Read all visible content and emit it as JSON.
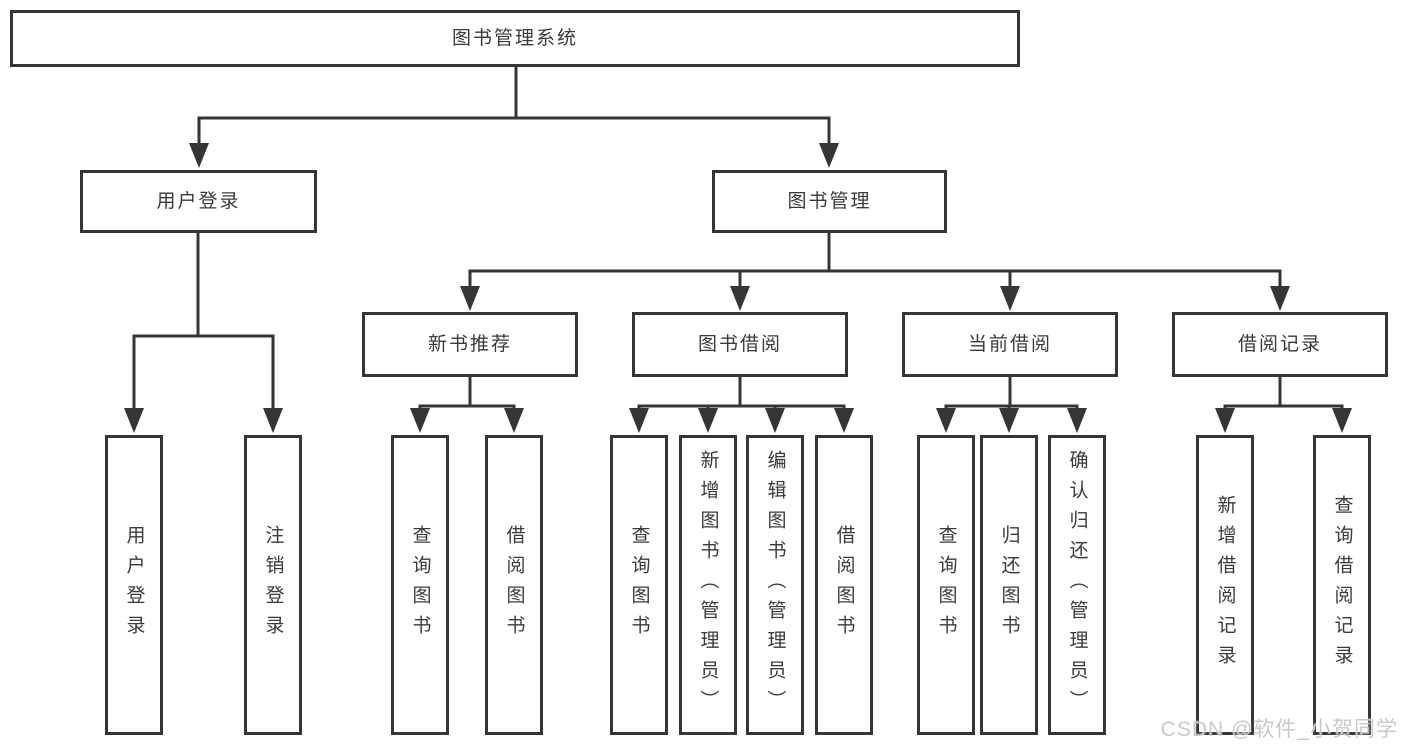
{
  "colors": {
    "line": "#353535",
    "text": "#3a3a3a",
    "node_background": "#ffffff",
    "page_background": "#ffffff",
    "watermark": "#c9c9c9"
  },
  "nodes": {
    "root": "图书管理系统",
    "level1": [
      "用户登录",
      "图书管理"
    ],
    "level2": [
      "新书推荐",
      "图书借阅",
      "当前借阅",
      "借阅记录"
    ],
    "leaves": [
      "用户登录",
      "注销登录",
      "查询图书",
      "借阅图书",
      "查询图书",
      "新增图书（管理员）",
      "编辑图书（管理员）",
      "借阅图书",
      "查询图书",
      "归还图书",
      "确认归还（管理员）",
      "新增借阅记录",
      "查询借阅记录"
    ]
  },
  "watermark": "CSDN @软件_小贺同学"
}
